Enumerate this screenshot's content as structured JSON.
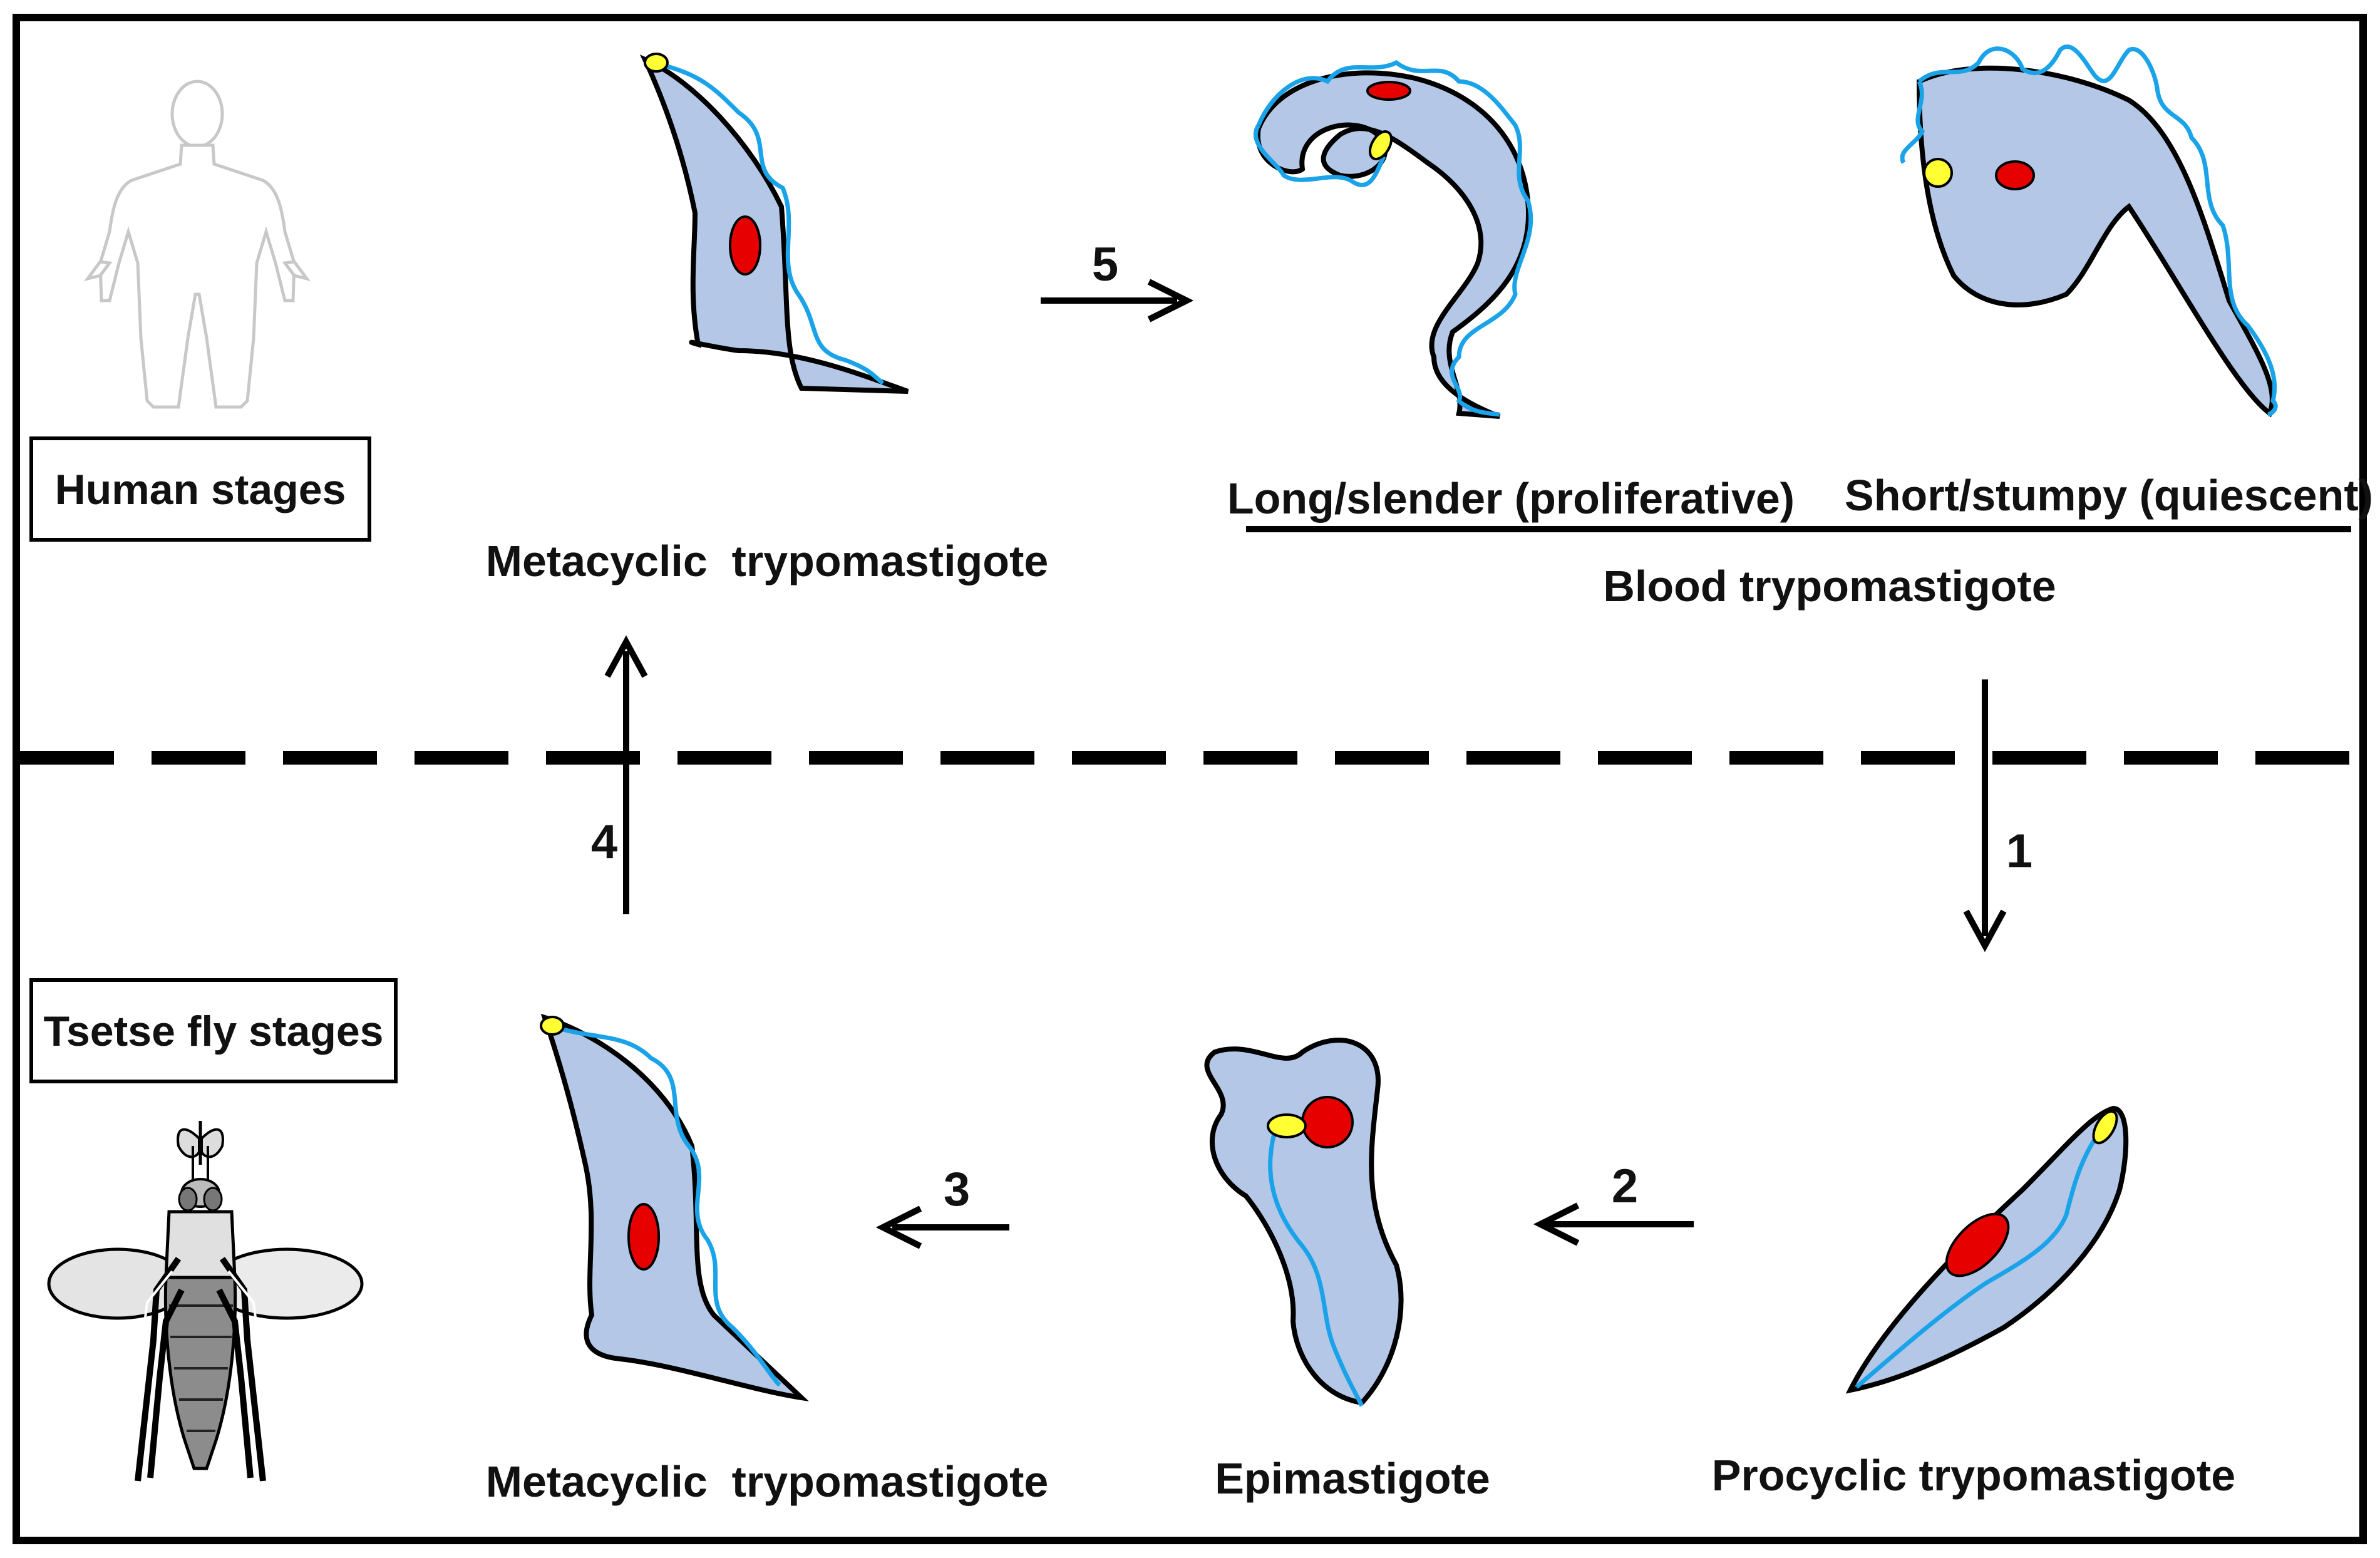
{
  "labels": {
    "human_stages": "Human stages",
    "tsetse_stages": "Tsetse fly stages",
    "metacyclic_top": "Metacyclic  trypomastigote",
    "long_slender": "Long/slender (proliferative)",
    "short_stumpy": "Short/stumpy (quiescent)",
    "blood_trypomastigote": "Blood trypomastigote",
    "metacyclic_bottom": "Metacyclic  trypomastigote",
    "epimastigote": "Epimastigote",
    "procyclic": "Procyclic trypomastigote"
  },
  "steps": {
    "s1": "1",
    "s2": "2",
    "s3": "3",
    "s4": "4",
    "s5": "5"
  },
  "colors": {
    "cell_fill": "#b4c7e7",
    "flagellum": "#1aa3e8",
    "nucleus": "#e60000",
    "kinetoplast": "#ffff33",
    "outline": "#000000"
  }
}
